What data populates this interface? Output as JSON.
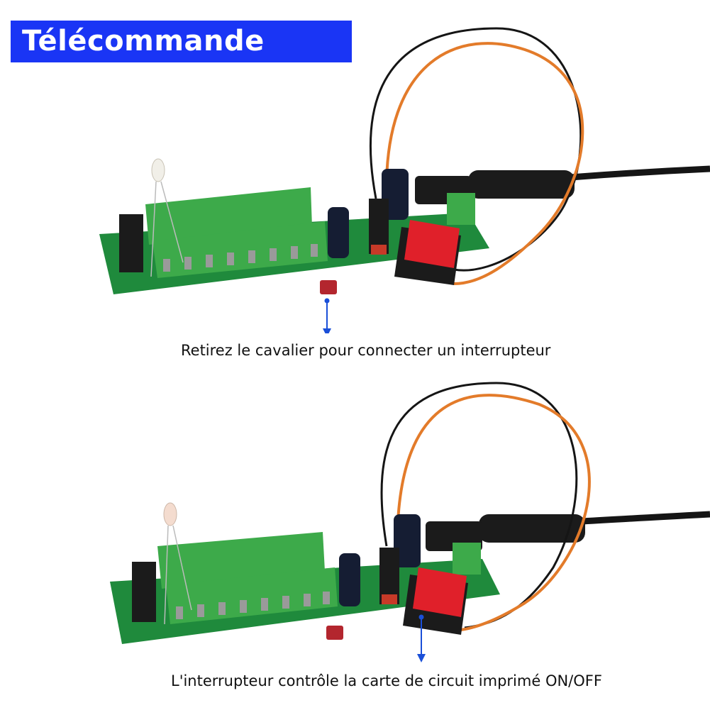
{
  "title": "Télécommande",
  "captions": {
    "top": "Retirez le cavalier pour connecter un interrupteur",
    "bottom": "L'interrupteur contrôle la carte de circuit imprimé ON/OFF"
  },
  "colors": {
    "banner": "#1a35f5",
    "pcb": "#1f8a3c",
    "terminal": "#3daa4a",
    "switch": "#e0202a",
    "wire_orange": "#e37b2a",
    "wire_black": "#151515",
    "arrow": "#1a4fd8",
    "jumper": "#b3262e"
  },
  "icons": [
    "light-bulb-icon",
    "jumper-icon",
    "rocker-switch-icon",
    "arrow-down-icon"
  ]
}
